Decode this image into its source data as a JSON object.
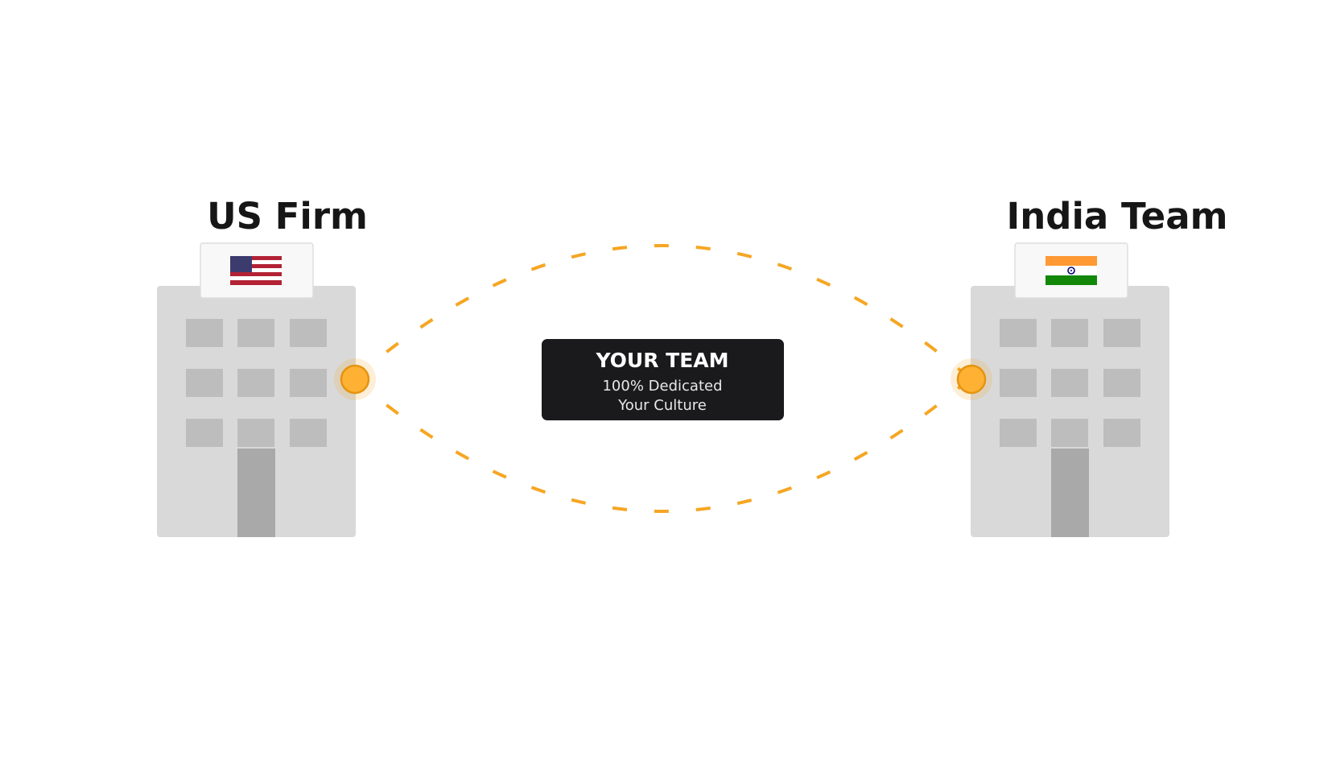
{
  "sites": {
    "left": {
      "title": "US Firm",
      "flag_icon": "us-flag-icon"
    },
    "right": {
      "title": "India Team",
      "flag_icon": "india-flag-icon"
    }
  },
  "center_card": {
    "title": "YOUR TEAM",
    "line1": "100% Dedicated",
    "line2": "Your Culture"
  },
  "colors": {
    "connector": "#F5A623",
    "node_fill": "#FFB133",
    "card_bg": "#1A1A1C",
    "building": "#D9D9DA",
    "window": "#BDBDBE",
    "door": "#A9A9AA",
    "us_blue": "#3C3B6E",
    "us_red": "#B22234",
    "india_saffron": "#FF9933",
    "india_green": "#138808",
    "india_chakra": "#000080"
  }
}
